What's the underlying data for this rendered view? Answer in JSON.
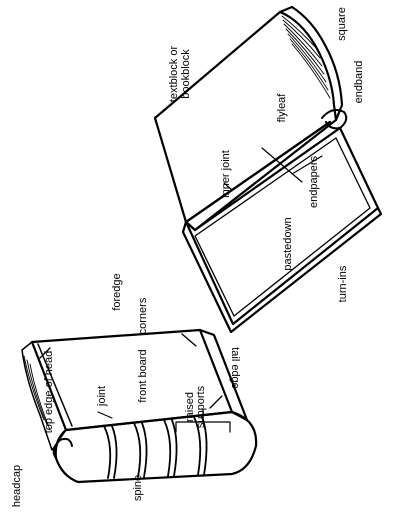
{
  "book_parts": {
    "headcap": "headcap",
    "top_edge_of_head": "top edge of head",
    "joint": "joint",
    "front_board": "front board",
    "raised_supports": "raised supports",
    "corners": "corners",
    "foredge": "foredge",
    "tail_edge": "tail edge",
    "spine": "spine"
  },
  "open_book_parts": {
    "textblock_line1": "textblock or",
    "textblock_line2": "bookblock",
    "square": "square",
    "endband": "endband",
    "flyleaf": "flyleaf",
    "inner_joint": "inner joint",
    "endpapers": "endpapers",
    "pastedown": "pastedown",
    "turn_ins": "turn-ins"
  }
}
